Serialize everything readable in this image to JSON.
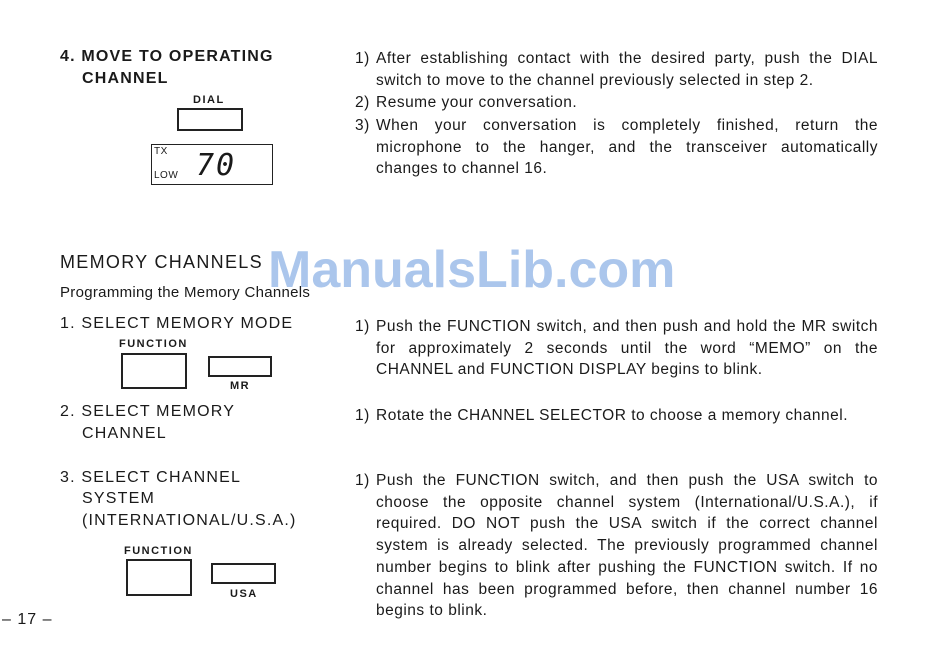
{
  "step4": {
    "title_line1": "4. MOVE TO OPERATING",
    "title_line2": "CHANNEL",
    "dial_label": "DIAL",
    "lcd_tx": "TX",
    "lcd_low": "LOW",
    "lcd_digits": "70",
    "items": [
      {
        "num": "1)",
        "text": "After establishing contact with the desired party, push the DIAL switch to move to the channel previously selected in step 2."
      },
      {
        "num": "2)",
        "text": "Resume your conversation."
      },
      {
        "num": "3)",
        "text": "When your conversation is completely finished, return the microphone to the hanger, and the transceiver automatically changes to channel 16."
      }
    ]
  },
  "memory": {
    "section_title": "MEMORY CHANNELS",
    "subtitle": "Programming the Memory Channels"
  },
  "step1": {
    "title": "1. SELECT MEMORY MODE",
    "function_label": "FUNCTION",
    "mr_label": "MR",
    "num": "1)",
    "text": "Push the FUNCTION switch, and then push and hold the MR switch for approximately 2 seconds until the word “MEMO” on the CHANNEL and FUNCTION DISPLAY begins to blink."
  },
  "step2": {
    "title_line1": "2. SELECT MEMORY",
    "title_line2": "CHANNEL",
    "num": "1)",
    "text": "Rotate the CHANNEL SELECTOR to choose a memory channel."
  },
  "step3": {
    "title_line1": "3. SELECT CHANNEL",
    "title_line2": "SYSTEM",
    "title_line3": "(INTERNATIONAL/U.S.A.)",
    "function_label": "FUNCTION",
    "usa_label": "USA",
    "num": "1)",
    "text": "Push the FUNCTION switch, and then push the USA switch to choose the opposite channel system (International/U.S.A.), if required. DO NOT push the USA switch if the correct channel system is already selected. The previously programmed channel number begins to blink after pushing the FUNCTION switch. If no channel has been programmed before, then channel number 16 begins to blink."
  },
  "page_number": "– 17 –",
  "watermark": "ManualsLib.com"
}
